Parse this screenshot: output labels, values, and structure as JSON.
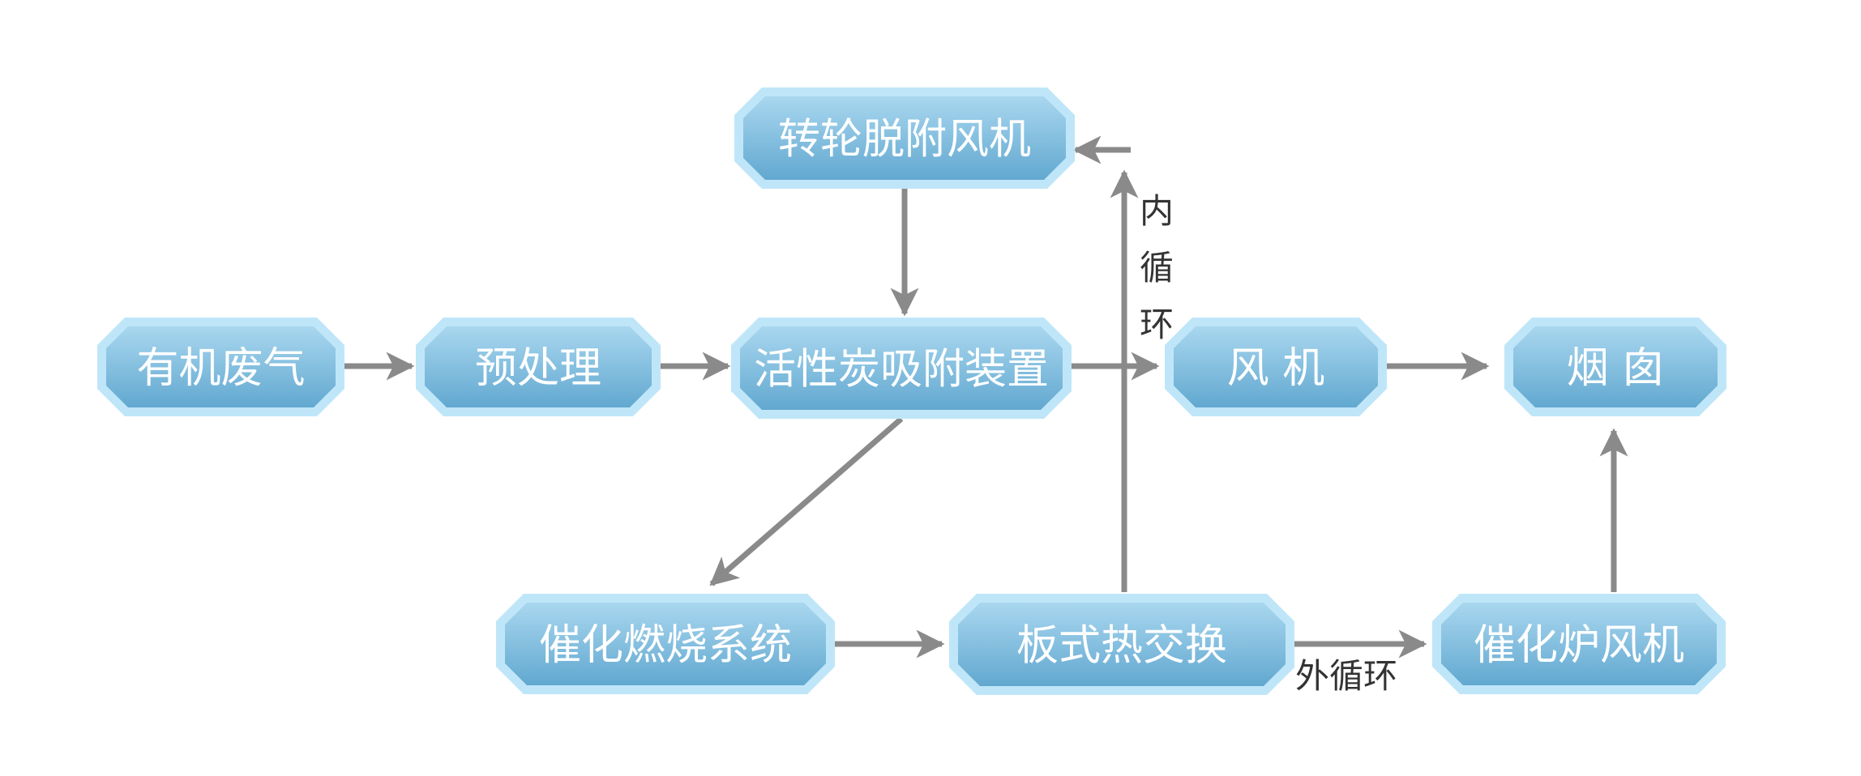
{
  "nodes": [
    {
      "id": "organic_gas",
      "label": "有机废气"
    },
    {
      "id": "pretreat",
      "label": "预处理"
    },
    {
      "id": "carbon",
      "label": "活性炭吸附装置"
    },
    {
      "id": "rotor_fan",
      "label": "转轮脱附风机"
    },
    {
      "id": "fan",
      "label": "风 机"
    },
    {
      "id": "chimney",
      "label": "烟 囱"
    },
    {
      "id": "catalytic",
      "label": "催化燃烧系统"
    },
    {
      "id": "heat_ex",
      "label": "板式热交换"
    },
    {
      "id": "furnace_fan",
      "label": "催化炉风机"
    }
  ],
  "edge_labels": {
    "inner_cycle": [
      "内",
      "循",
      "环"
    ],
    "outer_cycle": "外循环"
  },
  "colors": {
    "node_outer": "#bfe6f8",
    "node_inner_top": "#a6d5ee",
    "node_inner_bottom": "#66acd3",
    "arrow": "#8a8a8a"
  }
}
